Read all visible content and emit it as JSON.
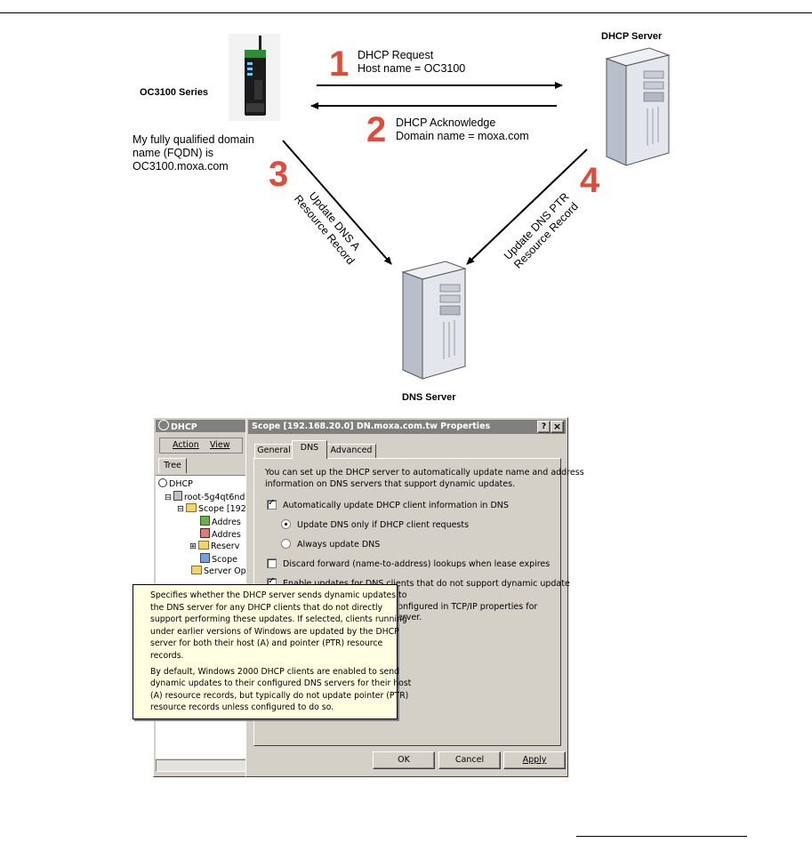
{
  "diagram": {
    "device_label": "OC3100 Series",
    "dhcp_server_label": "DHCP Server",
    "dns_server_label": "DNS Server",
    "fqdn_lines": [
      "My fully qualified domain",
      "name (FQDN) is",
      "OC3100.moxa.com"
    ],
    "steps": [
      {
        "number": "1",
        "lines": [
          "DHCP Request",
          "Host name = OC3100"
        ]
      },
      {
        "number": "2",
        "lines": [
          "DHCP Acknowledge",
          "Domain name = moxa.com"
        ]
      },
      {
        "number": "3",
        "lines": [
          "Update DNS A",
          "Resource Record"
        ]
      },
      {
        "number": "4",
        "lines": [
          "Update DNS PTR",
          "Resource Record"
        ]
      }
    ],
    "colors": {
      "step_number": "#e34a37"
    }
  },
  "mmc": {
    "title": "DHCP",
    "menu": [
      "Action",
      "View"
    ],
    "tree_tab": "Tree",
    "tree": [
      "DHCP",
      "root-5g4qt6nd",
      "Scope [192",
      "Addres",
      "Addres",
      "Reserv",
      "Scope",
      "Server Opt"
    ]
  },
  "dialog": {
    "title": "Scope [192.168.20.0] DN.moxa.com.tw Properties",
    "help_btn": "?",
    "close_btn": "×",
    "tabs": [
      "General",
      "DNS",
      "Advanced"
    ],
    "active_tab": "DNS",
    "intro": [
      "You can set up the DHCP server to automatically update name and address",
      "information on DNS servers that support dynamic updates."
    ],
    "auto_update": {
      "label": "Automatically update DHCP client information in DNS",
      "checked": true
    },
    "radio_only": {
      "label": "Update DNS only if DHCP client requests",
      "selected": true
    },
    "radio_always": {
      "label": "Always update DNS",
      "selected": false
    },
    "discard": {
      "label": "Discard forward (name-to-address) lookups when lease expires",
      "checked": false
    },
    "enable_updates": {
      "label": "Enable updates for DNS clients that do not support dynamic update",
      "checked": true
    },
    "partial_lines": [
      "configured in TCP/IP properties for",
      "server."
    ],
    "buttons": {
      "ok": "OK",
      "cancel": "Cancel",
      "apply": "Apply"
    }
  },
  "tooltip": {
    "para1": [
      "Specifies whether the DHCP server sends dynamic updates to",
      "the DNS server for any DHCP clients that do not directly",
      "support performing these updates. If selected, clients running",
      "under earlier versions of Windows are updated by the DHCP",
      "server for both their host (A) and pointer (PTR) resource",
      "records."
    ],
    "para2": [
      "By default, Windows 2000 DHCP clients are enabled to send",
      "dynamic updates to their configured DNS servers for their host",
      "(A) resource records, but typically do not update pointer (PTR)",
      "resource records unless configured to do so."
    ]
  }
}
